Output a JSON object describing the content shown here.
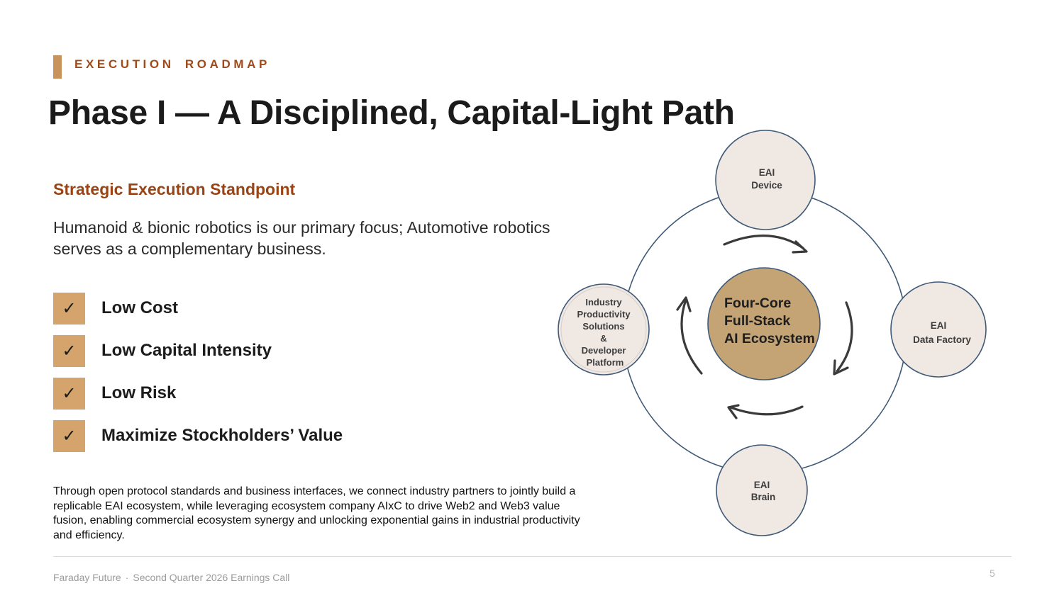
{
  "header": {
    "eyebrow": "EXECUTION ROADMAP",
    "title": "Phase I — A Disciplined, Capital-Light Path"
  },
  "strategy": {
    "heading": "Strategic Execution Standpoint",
    "lead": "Humanoid & bionic robotics is our primary focus; Automotive robotics serves as a complementary business.",
    "checklist": [
      {
        "icon": "✓",
        "label": "Low Cost"
      },
      {
        "icon": "✓",
        "label": "Low Capital Intensity"
      },
      {
        "icon": "✓",
        "label": "Low Risk"
      },
      {
        "icon": "✓",
        "label": "Maximize Stockholders’ Value"
      }
    ],
    "body": "Through open protocol standards and business interfaces, we connect industry partners to jointly build a replicable EAI ecosystem, while leveraging ecosystem company AIxC to drive Web2 and Web3 value fusion, enabling commercial ecosystem synergy and unlocking exponential gains in industrial productivity and efficiency."
  },
  "diagram": {
    "center": [
      "Four-Core",
      "Full-Stack",
      "AI Ecosystem"
    ],
    "top": [
      "EAI",
      "Device"
    ],
    "right": [
      "EAI",
      "Data Factory"
    ],
    "bottom": [
      "EAI",
      "Brain"
    ],
    "left": [
      "Industry",
      "Productivity",
      "Solutions",
      "&",
      "Developer",
      "Platform"
    ],
    "colors": {
      "ring": "#3f5a78",
      "node_fill": "#efe8e3",
      "center_fill": "#c4a374",
      "arrow": "#3a3a3a"
    }
  },
  "footer": {
    "company": "Faraday Future",
    "separator": "·",
    "event": "Second Quarter 2026 Earnings Call",
    "page_number": "5"
  }
}
